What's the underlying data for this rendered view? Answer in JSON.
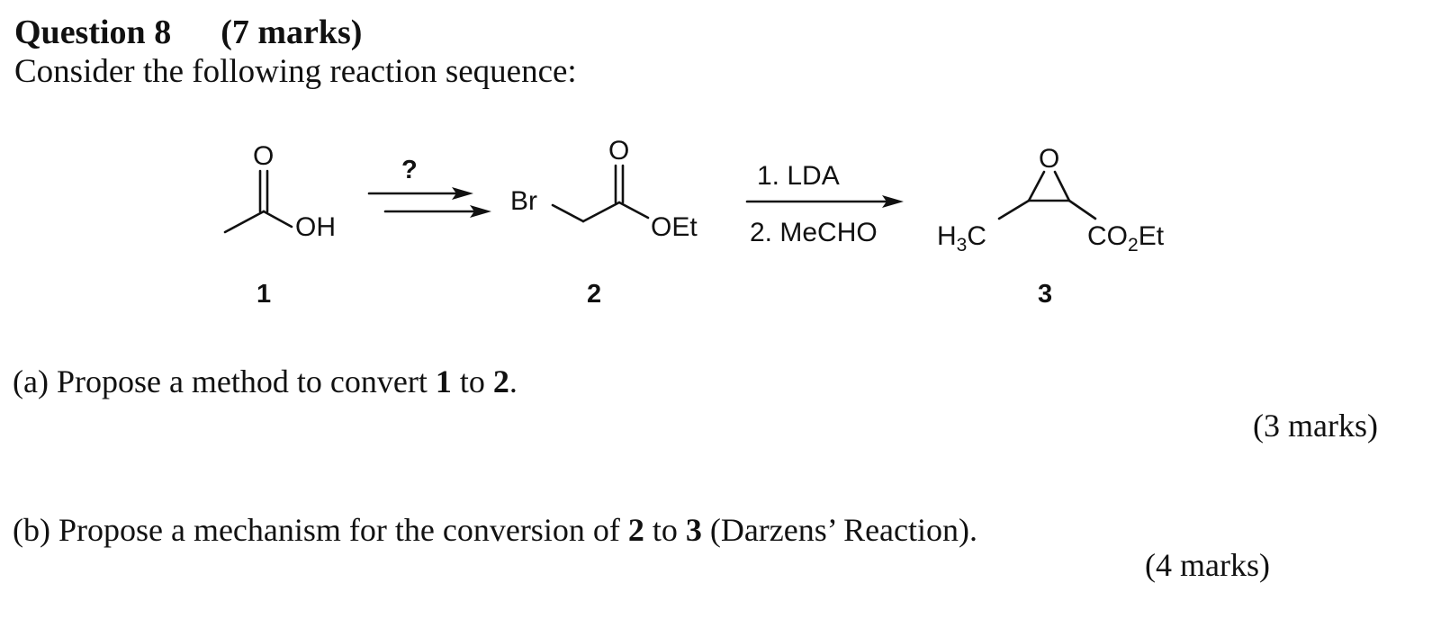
{
  "question": {
    "title": "Question 8",
    "marks": "(7 marks)",
    "intro": "Consider the following reaction sequence:"
  },
  "scheme": {
    "compound1": {
      "number": "1",
      "oh": "OH",
      "o": "O"
    },
    "step1": {
      "reagent": "?"
    },
    "compound2": {
      "number": "2",
      "br": "Br",
      "oet": "OEt",
      "o": "O"
    },
    "step2": {
      "reagent1": "1. LDA",
      "reagent2": "2. MeCHO"
    },
    "compound3": {
      "number": "3",
      "h3c_main": "H",
      "h3c_sub": "3",
      "h3c_tail": "C",
      "o": "O",
      "co2et_a": "CO",
      "co2et_sub": "2",
      "co2et_b": "Et"
    }
  },
  "part_a": {
    "pre": "(a) Propose a method to convert ",
    "from": "1",
    "mid": " to ",
    "to": "2",
    "post": ".",
    "marks": "(3 marks)"
  },
  "part_b": {
    "pre": "(b) Propose a mechanism for the conversion of ",
    "from": "2",
    "mid": " to ",
    "to": "3",
    "post": " (Darzens’ Reaction).",
    "marks": "(4 marks)"
  }
}
